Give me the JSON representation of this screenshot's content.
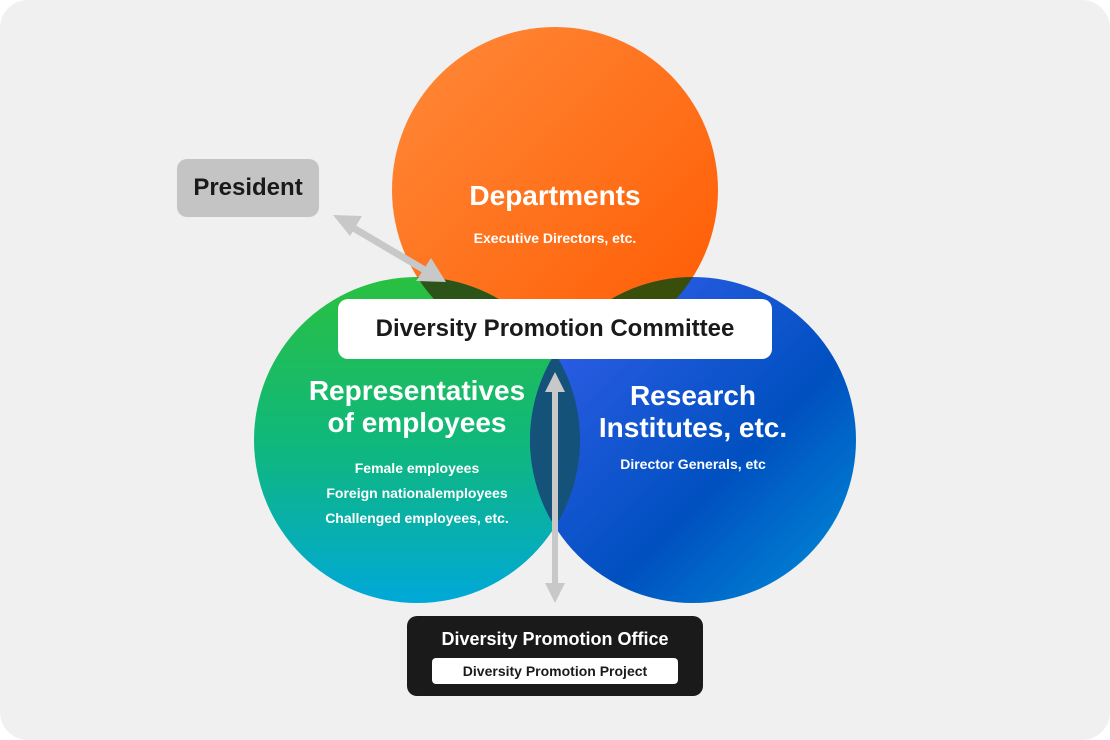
{
  "president": {
    "label": "President"
  },
  "departments": {
    "title": "Departments",
    "sub": "Executive Directors, etc.",
    "color": "#ff6a10"
  },
  "committee": {
    "label": "Diversity Promotion Committee"
  },
  "representatives": {
    "title_line1": "Representatives",
    "title_line2": "of employees",
    "items": [
      "Female employees",
      "Foreign nationalemployees",
      "Challenged employees, etc."
    ],
    "color": "#1ab860"
  },
  "research": {
    "title_line1": "Research",
    "title_line2": "Institutes, etc.",
    "sub": "Director Generals, etc",
    "color": "#1050d0"
  },
  "office": {
    "label": "Diversity Promotion Office",
    "project": "Diversity Promotion Project"
  }
}
